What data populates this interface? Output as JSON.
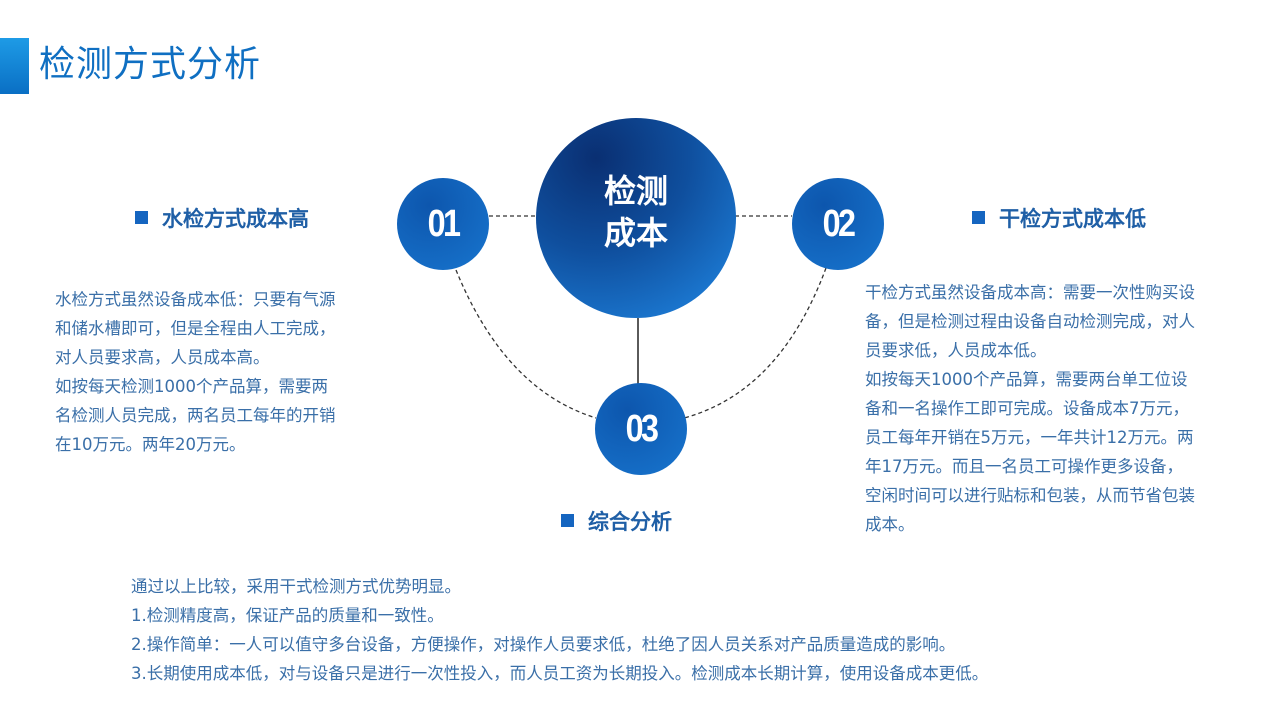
{
  "header": {
    "title": "检测方式分析"
  },
  "diagram": {
    "center": {
      "line1": "检测",
      "line2": "成本"
    },
    "nodes": [
      "01",
      "02",
      "03"
    ]
  },
  "left": {
    "heading": "水检方式成本高",
    "lines": [
      "水检方式虽然设备成本低：只要有气源",
      "和储水槽即可，但是全程由人工完成，",
      "对人员要求高，人员成本高。",
      "如按每天检测1000个产品算，需要两",
      "名检测人员完成，两名员工每年的开销",
      "在10万元。两年20万元。"
    ]
  },
  "right": {
    "heading": "干检方式成本低",
    "lines": [
      "干检方式虽然设备成本高：需要一次性购买设",
      "备，但是检测过程由设备自动检测完成，对人",
      "员要求低，人员成本低。",
      "如按每天1000个产品算，需要两台单工位设",
      "备和一名操作工即可完成。设备成本7万元，",
      "员工每年开销在5万元，一年共计12万元。两",
      "年17万元。而且一名员工可操作更多设备，",
      "空闲时间可以进行贴标和包装，从而节省包装",
      "成本。"
    ]
  },
  "bottom": {
    "heading": "综合分析",
    "lines": [
      "通过以上比较，采用干式检测方式优势明显。",
      "1.检测精度高，保证产品的质量和一致性。",
      "2.操作简单：一人可以值守多台设备，方便操作，对操作人员要求低，杜绝了因人员关系对产品质量造成的影响。",
      "3.长期使用成本低，对与设备只是进行一次性投入，而人员工资为长期投入。检测成本长期计算，使用设备成本更低。"
    ]
  },
  "colors": {
    "accent": "#0f6fc2",
    "center_dark": "#0a2f72",
    "center_light": "#1a6fc7",
    "node": "#1162bd",
    "text": "#3a6fa8"
  }
}
